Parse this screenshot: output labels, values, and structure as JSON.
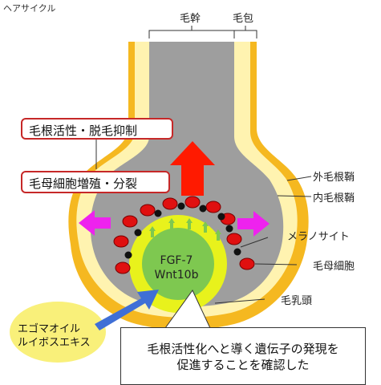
{
  "title": "ヘアサイクル",
  "labels": {
    "hair_shaft": "毛幹",
    "hair_follicle": "毛包",
    "outer_root_sheath": "外毛根鞘",
    "inner_root_sheath": "内毛根鞘",
    "melanocyte": "メラノサイト",
    "matrix_cell": "毛母細胞",
    "dermal_papilla": "毛乳頭"
  },
  "boxes": {
    "effect": "毛根活性・脱毛抑制",
    "proliferation": "毛母細胞増殖・分裂",
    "result_line1": "毛根活性化へと導く遺伝子の発現を",
    "result_line2": "促進することを確認した"
  },
  "papilla_factors": {
    "line1": "FGF-7",
    "line2": "Wnt10b"
  },
  "ingredients": {
    "line1": "エゴマオイル",
    "line2": "ルイボスエキス"
  },
  "colors": {
    "outer_sheath": "#f5b820",
    "inner_sheath": "#fff3b0",
    "follicle_body": "#9e9e9e",
    "papilla_outer": "#e8f21c",
    "papilla_inner": "#7ec850",
    "matrix_cell_red": "#e01010",
    "melanocyte_black": "#111111",
    "growth_arrow": "#ff1a00",
    "side_arrow": "#ee22ee",
    "ingredient_arrow": "#3f6fd6",
    "ingredient_bubble": "#f9f07a",
    "box_border": "#c62828"
  }
}
